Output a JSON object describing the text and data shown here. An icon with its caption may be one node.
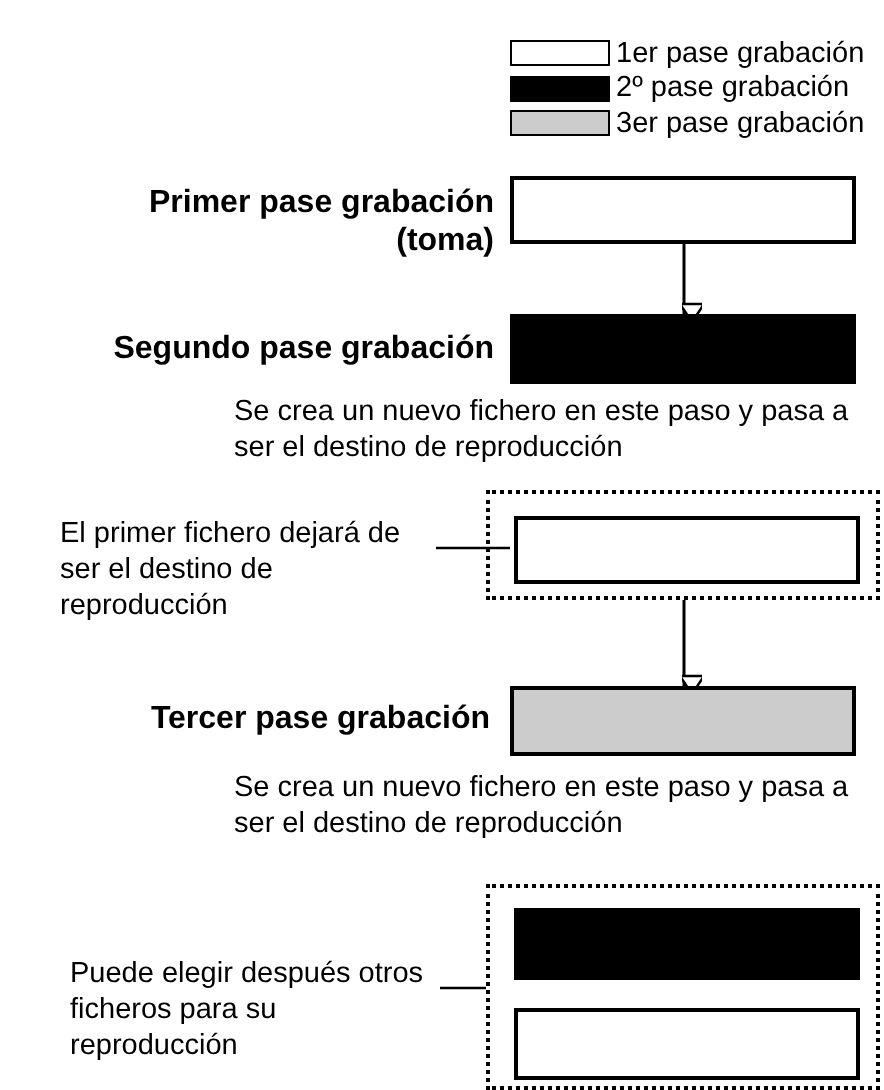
{
  "diagram": {
    "nodes": [
      {
        "text": [],
        "shape": "bar",
        "beside": [
          "Primer pase grabación (toma)"
        ]
      },
      {
        "text": [],
        "shape": "bar",
        "beside": [
          "Segundo pase grabación",
          "Se crea un nuevo fichero en este paso y pasa a ser el destino de reproducción"
        ]
      },
      {
        "text": [],
        "shape": "box"
      },
      {
        "text": [],
        "shape": "bar",
        "in": 2
      },
      {
        "text": [
          "El primer fichero dejará de ser el destino de reproducción"
        ]
      },
      {
        "text": [],
        "shape": "bar",
        "beside": [
          "Tercer pase grabación",
          "Se crea un nuevo fichero en este paso y pasa a ser el destino de reproducción"
        ]
      },
      {
        "text": [],
        "shape": "box"
      },
      {
        "text": [],
        "shape": "bar",
        "in": 6
      },
      {
        "text": [],
        "shape": "bar",
        "in": 6
      },
      {
        "text": [
          "Puede elegir después otros ficheros para su reproducción"
        ]
      }
    ],
    "edges": [
      {
        "from": 0,
        "to": 1,
        "arrow": "to"
      },
      {
        "from": 4,
        "to": 3,
        "arrow": "none"
      },
      {
        "from": 2,
        "to": 5,
        "arrow": "to"
      },
      {
        "from": 9,
        "to": 6,
        "arrow": "none"
      }
    ],
    "legend": [
      {
        "text": "1er pase grabación",
        "color": "#ffffff"
      },
      {
        "text": "2º pase grabación",
        "color": "#000000"
      },
      {
        "text": "3er pase grabación",
        "color": "#cccccc"
      }
    ]
  }
}
